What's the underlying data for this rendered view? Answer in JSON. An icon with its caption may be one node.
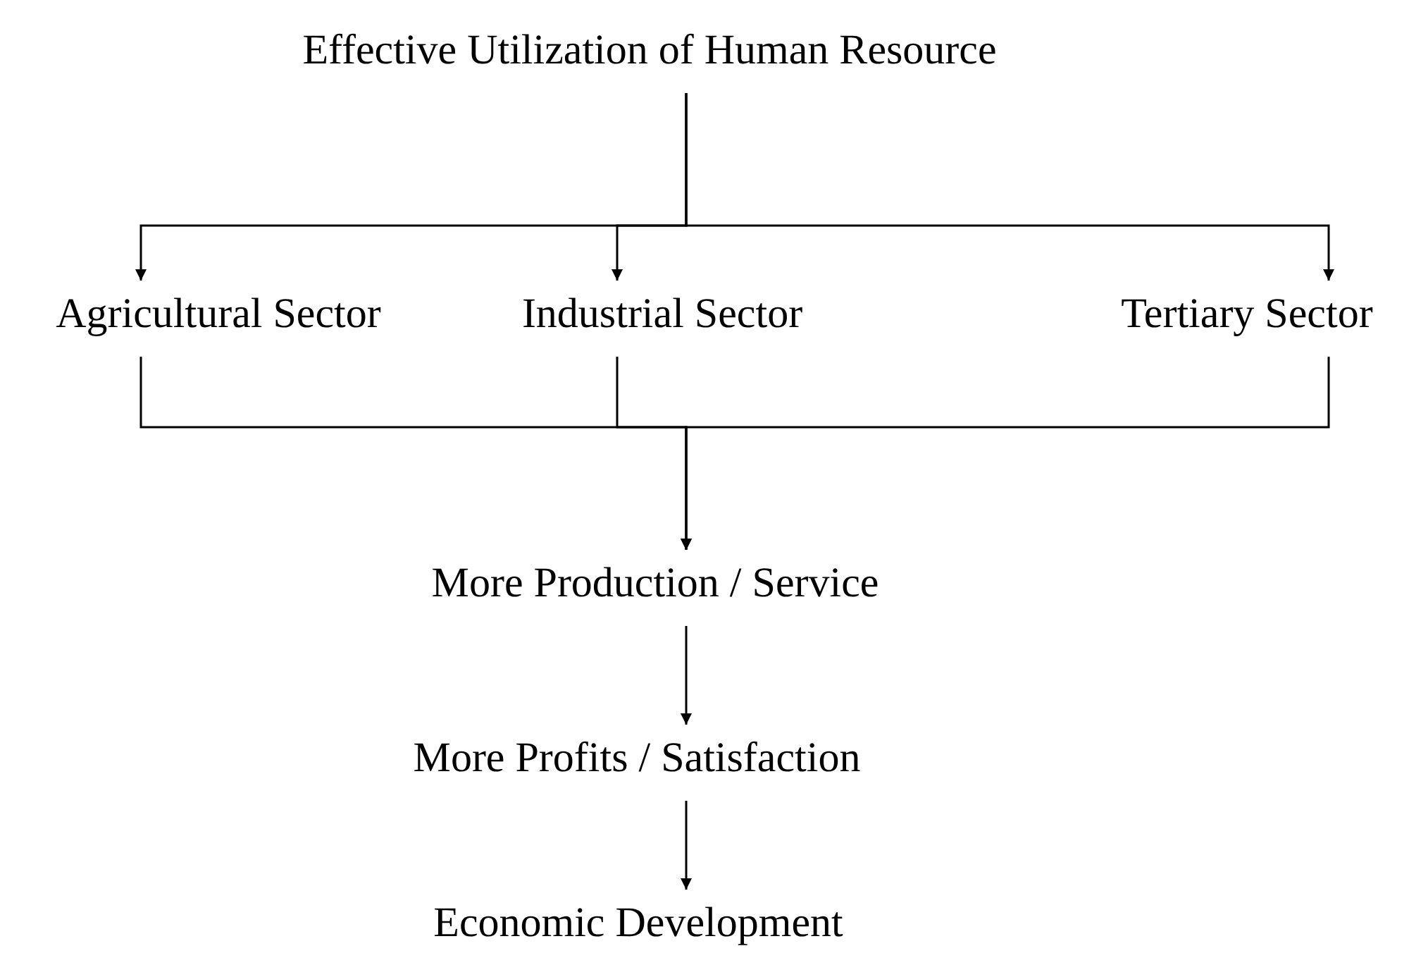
{
  "diagram": {
    "nodes": [
      {
        "text": [
          "Effective Utilization of Human Resource"
        ]
      },
      {
        "text": [
          "Agricultural Sector"
        ]
      },
      {
        "text": [
          "Industrial Sector"
        ]
      },
      {
        "text": [
          "Tertiary Sector"
        ]
      },
      {
        "text": [
          "More Production / Service"
        ]
      },
      {
        "text": [
          "More Profits / Satisfaction"
        ]
      },
      {
        "text": [
          "Economic Development"
        ]
      }
    ],
    "edges": [
      {
        "from": 0,
        "to": 1,
        "arrow": "to"
      },
      {
        "from": 0,
        "to": 2,
        "arrow": "to"
      },
      {
        "from": 0,
        "to": 3,
        "arrow": "to"
      },
      {
        "from": 1,
        "to": 4,
        "arrow": "to"
      },
      {
        "from": 2,
        "to": 4,
        "arrow": "to"
      },
      {
        "from": 3,
        "to": 4,
        "arrow": "to"
      },
      {
        "from": 4,
        "to": 5,
        "arrow": "to"
      },
      {
        "from": 5,
        "to": 6,
        "arrow": "to"
      }
    ]
  }
}
